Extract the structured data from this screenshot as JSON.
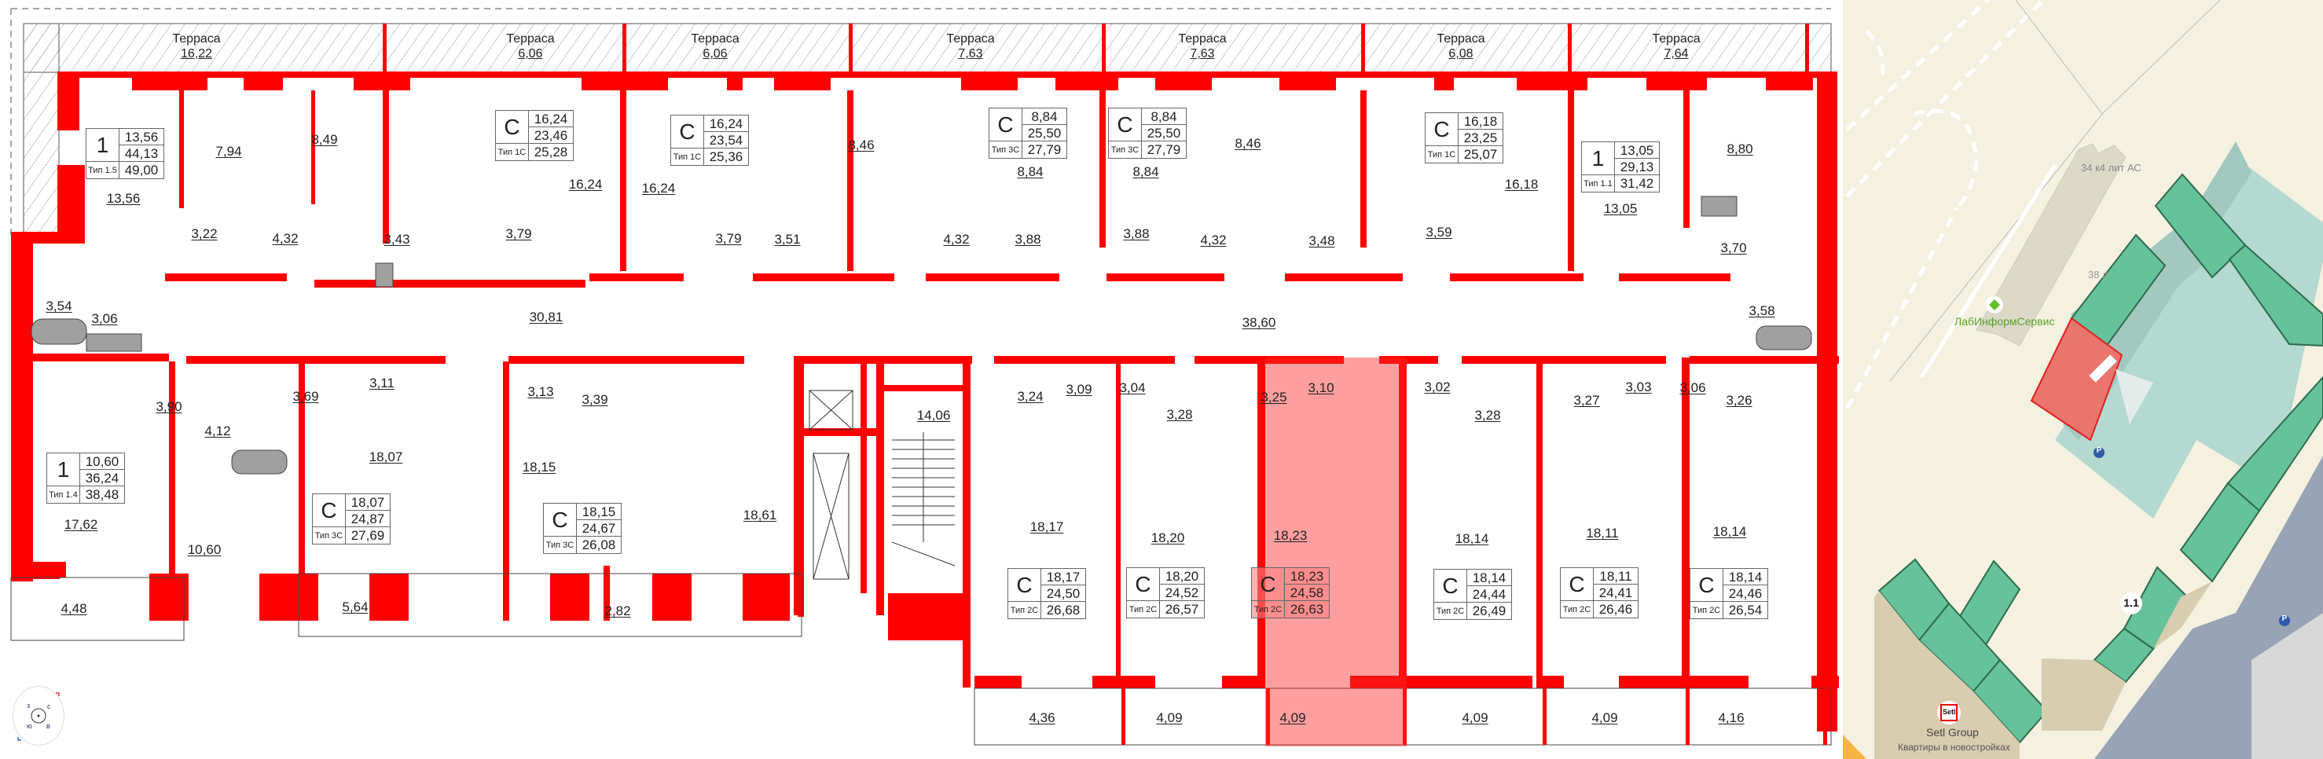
{
  "floor_plan": {
    "terraces": [
      {
        "label": "Терраса",
        "area": "16,22"
      },
      {
        "label": "Терраса",
        "area": "6,06"
      },
      {
        "label": "Терраса",
        "area": "6,06"
      },
      {
        "label": "Терраса",
        "area": "7,63"
      },
      {
        "label": "Терраса",
        "area": "7,63"
      },
      {
        "label": "Терраса",
        "area": "6,08"
      },
      {
        "label": "Терраса",
        "area": "7,64"
      }
    ],
    "apartments": [
      {
        "rooms": "1",
        "type": "Тип 1.5",
        "living": "13,56",
        "total": "44,13",
        "total_with_balcony": "49,00"
      },
      {
        "rooms": "С",
        "type": "Тип 1С",
        "living": "16,24",
        "total": "23,46",
        "total_with_balcony": "25,28"
      },
      {
        "rooms": "С",
        "type": "Тип 1С",
        "living": "16,24",
        "total": "23,54",
        "total_with_balcony": "25,36"
      },
      {
        "rooms": "С",
        "type": "Тип 3С",
        "living": "8,84",
        "total": "25,50",
        "total_with_balcony": "27,79"
      },
      {
        "rooms": "С",
        "type": "Тип 3С",
        "living": "8,84",
        "total": "25,50",
        "total_with_balcony": "27,79"
      },
      {
        "rooms": "С",
        "type": "Тип 1С",
        "living": "16,18",
        "total": "23,25",
        "total_with_balcony": "25,07"
      },
      {
        "rooms": "1",
        "type": "Тип 1.1",
        "living": "13,05",
        "total": "29,13",
        "total_with_balcony": "31,42"
      },
      {
        "rooms": "1",
        "type": "Тип 1.4",
        "living": "10,60",
        "total": "36,24",
        "total_with_balcony": "38,48"
      },
      {
        "rooms": "С",
        "type": "Тип 3С",
        "living": "18,07",
        "total": "24,87",
        "total_with_balcony": "27,69"
      },
      {
        "rooms": "С",
        "type": "Тип 3С",
        "living": "18,15",
        "total": "24,67",
        "total_with_balcony": "26,08"
      },
      {
        "rooms": "С",
        "type": "Тип 2С",
        "living": "18,17",
        "total": "24,50",
        "total_with_balcony": "26,68"
      },
      {
        "rooms": "С",
        "type": "Тип 2С",
        "living": "18,20",
        "total": "24,52",
        "total_with_balcony": "26,57"
      },
      {
        "rooms": "С",
        "type": "Тип 2С",
        "living": "18,23",
        "total": "24,58",
        "total_with_balcony": "26,63",
        "selected": true
      },
      {
        "rooms": "С",
        "type": "Тип 2С",
        "living": "18,14",
        "total": "24,44",
        "total_with_balcony": "26,49"
      },
      {
        "rooms": "С",
        "type": "Тип 2С",
        "living": "18,11",
        "total": "24,41",
        "total_with_balcony": "26,46"
      },
      {
        "rooms": "С",
        "type": "Тип 2С",
        "living": "18,14",
        "total": "24,46",
        "total_with_balcony": "26,54"
      }
    ],
    "room_areas": {
      "r01": "13,56",
      "r02": "7,94",
      "r03": "8,49",
      "r04": "16,24",
      "r05": "16,24",
      "r06": "8,46",
      "r07": "8,84",
      "r08": "8,84",
      "r09": "8,46",
      "r10": "16,18",
      "r11": "13,05",
      "r12": "8,80",
      "r13": "3,22",
      "r14": "4,32",
      "r15": "3,43",
      "r16": "3,79",
      "r17": "3,79",
      "r18": "3,51",
      "r19": "4,32",
      "r20": "3,88",
      "r21": "3,88",
      "r22": "4,32",
      "r23": "3,48",
      "r24": "3,59",
      "r25": "3,70",
      "r26": "3,54",
      "r27": "3,06",
      "r28": "30,81",
      "r29": "38,60",
      "r30": "3,58",
      "r31": "3,90",
      "r32": "4,12",
      "r33": "3,69",
      "r34": "3,11",
      "r35": "3,13",
      "r36": "3,39",
      "r37": "14,06",
      "r38": "18,61",
      "r39": "3,24",
      "r40": "3,09",
      "r41": "3,04",
      "r42": "3,28",
      "r43": "3,25",
      "r44": "3,10",
      "r45": "3,02",
      "r46": "3,28",
      "r47": "3,27",
      "r48": "3,03",
      "r49": "3,06",
      "r50": "3,26",
      "r51": "17,62",
      "r52": "10,60",
      "r53": "18,07",
      "r54": "18,15",
      "r55": "18,17",
      "r56": "18,20",
      "r57": "18,23",
      "r58": "18,14",
      "r59": "18,11",
      "r60": "18,14",
      "r61": "4,48",
      "r62": "5,64",
      "r63": "2,82",
      "r64": "4,36",
      "r65": "4,09",
      "r66": "4,09",
      "r67": "4,09",
      "r68": "4,09",
      "r69": "4,16"
    },
    "compass": {
      "n": "с",
      "e": "в",
      "s": "ю",
      "w": "з"
    },
    "colors": {
      "wall": "#ff0000",
      "selected": "#ff6b6b",
      "fixture": "#a0a0a0"
    }
  },
  "map": {
    "labels": {
      "building_addr": "34 к4 лит АС",
      "building_38": "38 л",
      "poi_name": "ЛабИнформСервис",
      "house_number": "1.1",
      "parking": "P",
      "brand": "Setl",
      "developer": "Setl Group",
      "developer_sub": "Квартиры в новостройках"
    },
    "colors": {
      "ground": "#f4f1e0",
      "building_green": "#66c29b",
      "courtyard": "#b3d9d0",
      "selected_section": "#e9756e",
      "asphalt": "#98a3b5",
      "poi": "#5aa02c"
    }
  }
}
